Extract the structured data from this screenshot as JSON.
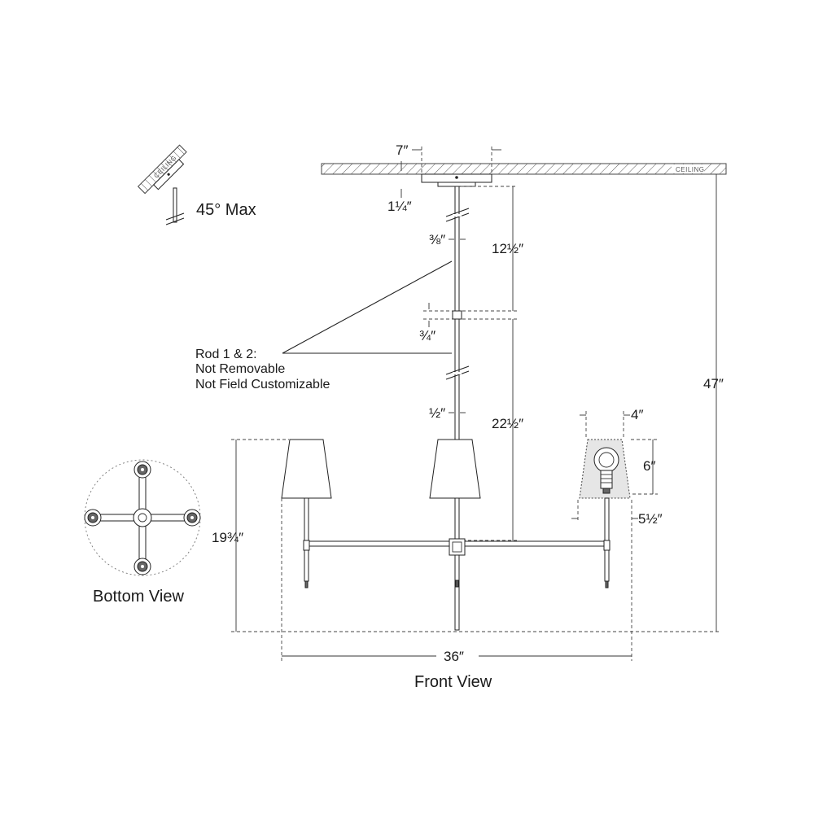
{
  "ceiling_label": "CEILING",
  "views": {
    "front": "Front View",
    "bottom": "Bottom View"
  },
  "tilt": {
    "label": "45° Max",
    "ceiling_label": "CEILING"
  },
  "dimensions": {
    "canopy_width": "7″",
    "canopy_height": "1¼″",
    "rod_diameter_upper": "⅜″",
    "rod1_length": "12½″",
    "coupler_height": "¾″",
    "rod_diameter_lower": "½″",
    "rod2_length": "22½″",
    "overall_height": "47″",
    "shade_top": "4″",
    "shade_height": "6″",
    "shade_bottom": "5½″",
    "fixture_height": "19¾″",
    "fixture_width": "36″"
  },
  "note": {
    "line1": "Rod 1 & 2:",
    "line2": "Not Removable",
    "line3": "Not Field Customizable"
  },
  "colors": {
    "line": "#222222",
    "hatch": "#555555",
    "background": "#ffffff"
  }
}
